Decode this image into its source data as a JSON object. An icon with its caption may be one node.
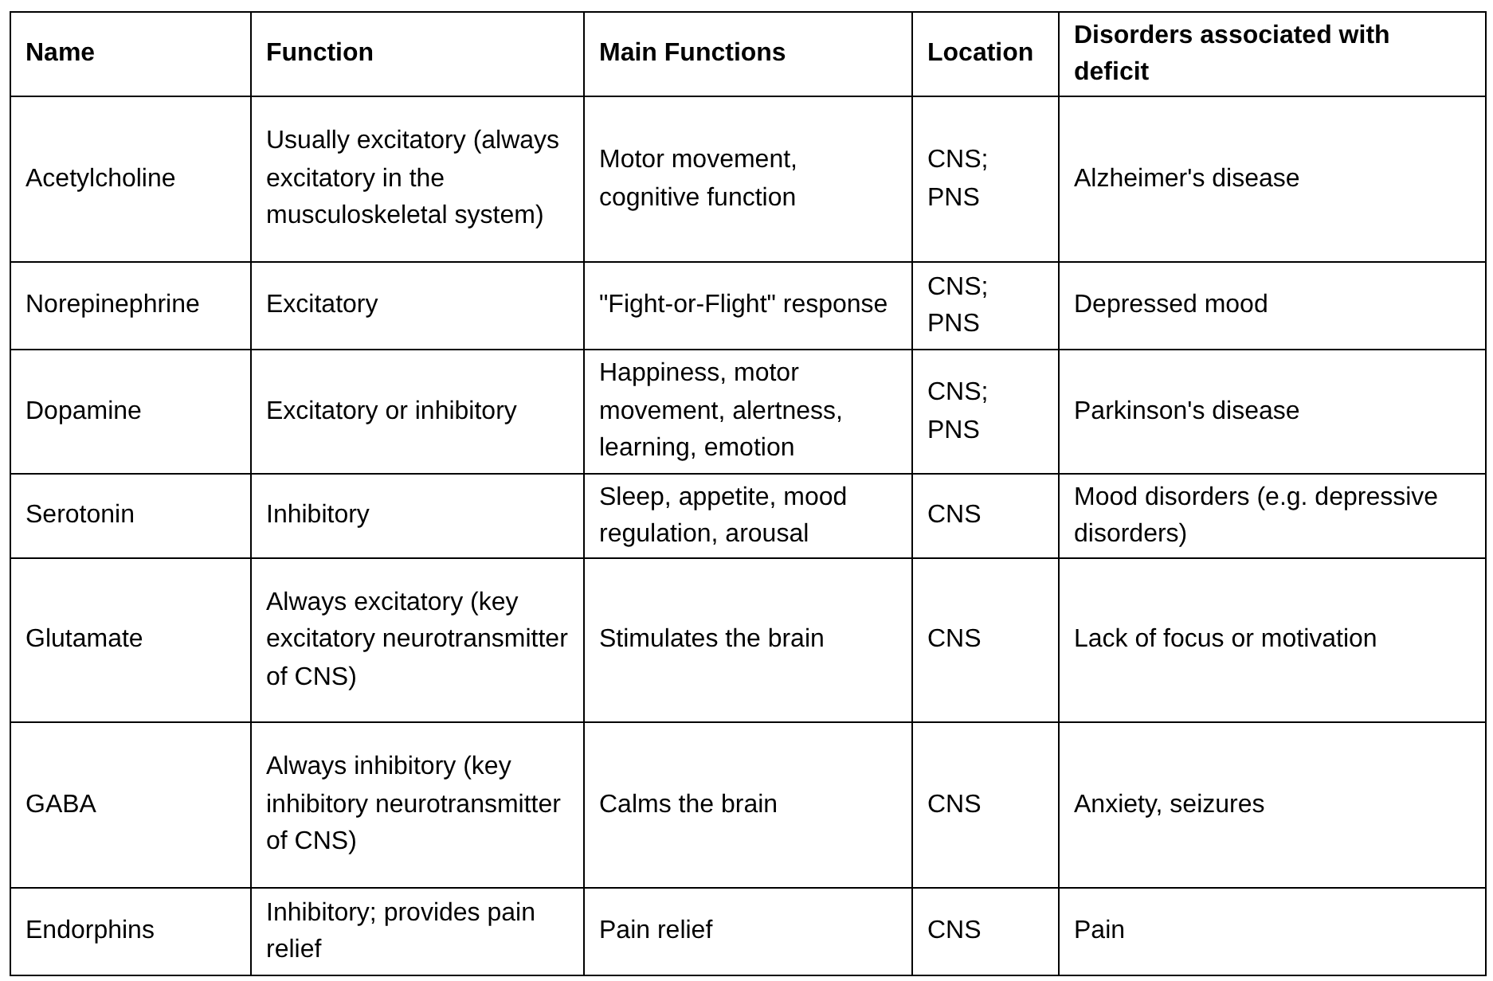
{
  "diagram": {
    "labels": [
      "Name",
      "Function",
      "Main Functions",
      "Location",
      "Disorders associated with deficit",
      "Acetylcholine",
      "Usually excitatory (always excitatory in the musculoskeletal system)",
      "Motor movement, cognitive function",
      "CNS; PNS",
      "Alzheimer's disease",
      "Norepinephrine",
      "Excitatory",
      "\"Fight-or-Flight\" response",
      "CNS; PNS",
      "Depressed mood",
      "Dopamine",
      "Excitatory or inhibitory",
      "Happiness, motor movement, alertness, learning, emotion",
      "CNS; PNS",
      "Parkinson's disease",
      "Serotonin",
      "Inhibitory",
      "Sleep, appetite, mood regulation, arousal",
      "CNS",
      "Mood disorders (e.g. depressive disorders)",
      "Glutamate",
      "Always excitatory (key excitatory neurotransmitter of CNS)",
      "Stimulates the brain",
      "CNS",
      "Lack of focus or motivation",
      "GABA",
      "Always inhibitory (key inhibitory neurotransmitter of CNS)",
      "Calms the brain",
      "CNS",
      "Anxiety, seizures",
      "Endorphins",
      "Inhibitory; provides pain relief",
      "Pain relief",
      "CNS",
      "Pain"
    ]
  }
}
